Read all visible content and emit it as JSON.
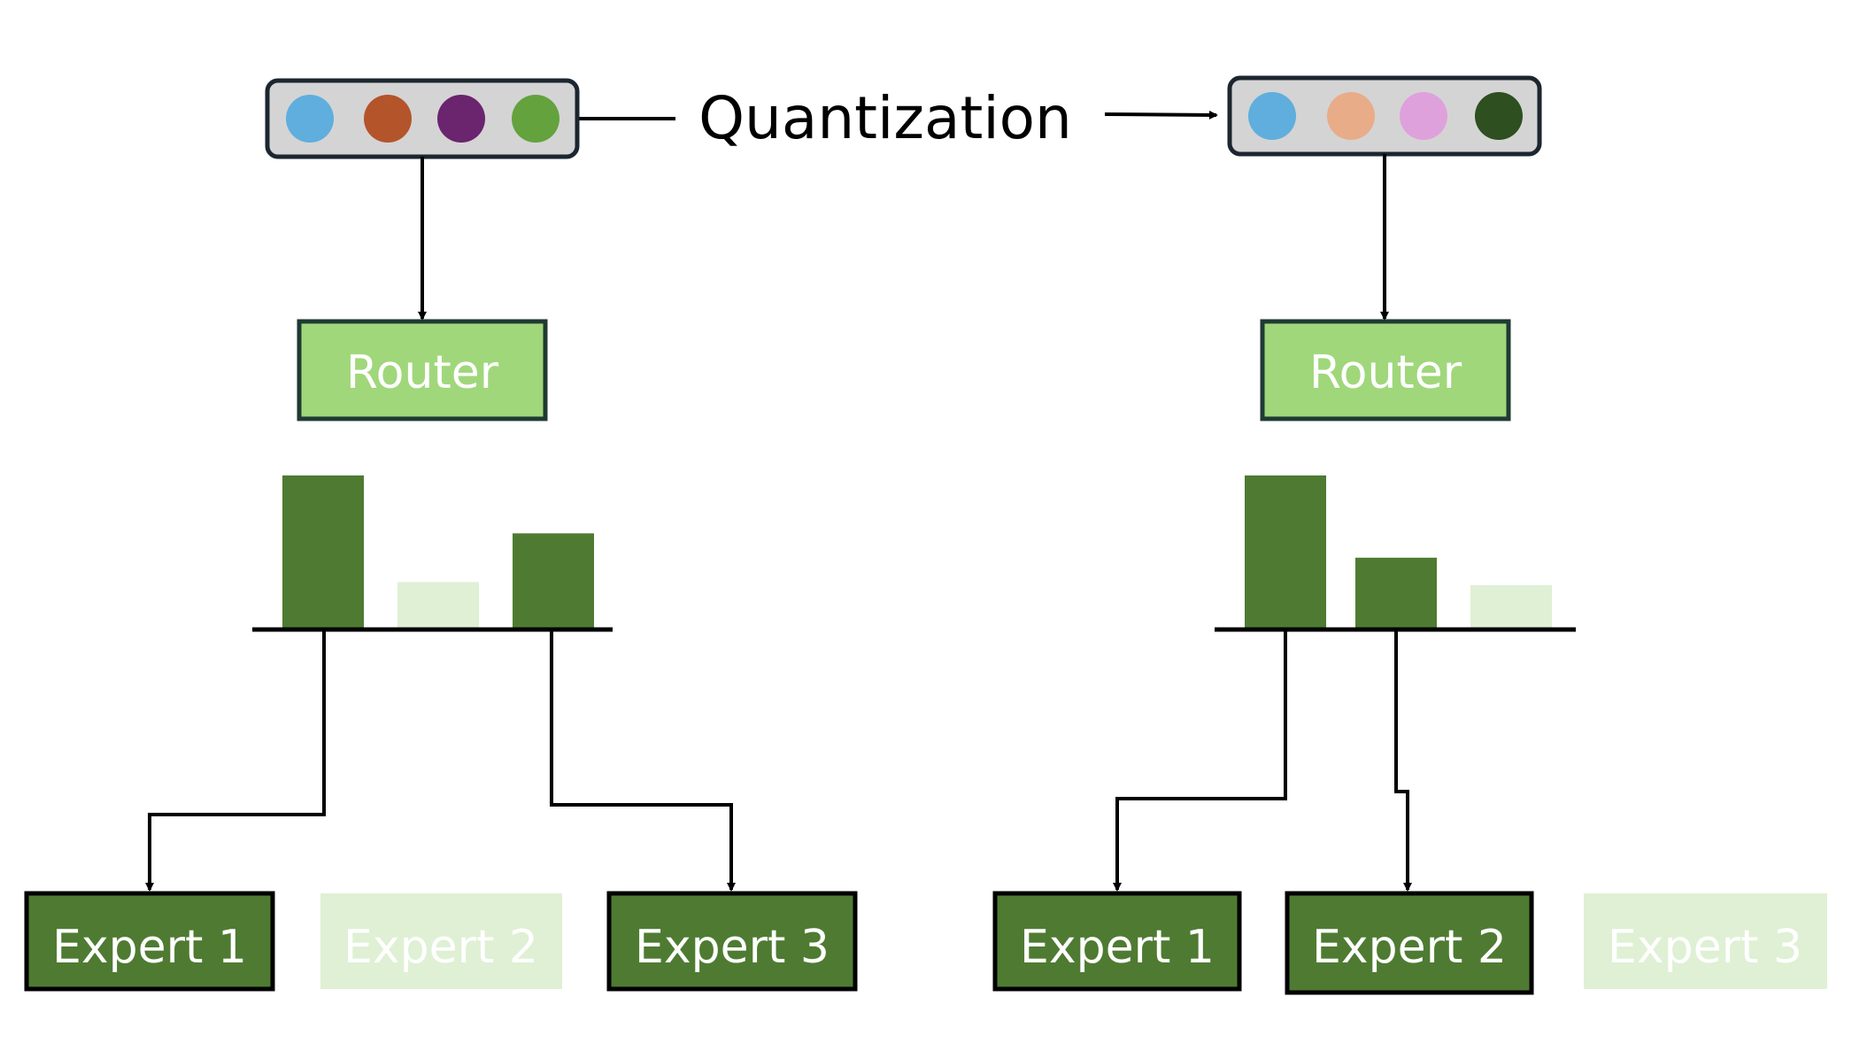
{
  "title": "Quantization",
  "colors": {
    "router_fill": "#a0d77b",
    "router_stroke": "#1f3a33",
    "active_green": "#4e7b31",
    "inactive_green": "#dff0d4",
    "line": "#000000",
    "token_box_fill": "#d4d4d4",
    "token_box_stroke": "#1c2630"
  },
  "before": {
    "token_colors": [
      "#5faede",
      "#b4542a",
      "#6b246e",
      "#64a23e"
    ],
    "router_label": "Router",
    "scores": [
      1.0,
      0.3,
      0.62
    ],
    "active": [
      true,
      false,
      true
    ],
    "experts": [
      {
        "label": "Expert 1",
        "active": true
      },
      {
        "label": "Expert 2",
        "active": false
      },
      {
        "label": "Expert 3",
        "active": true
      }
    ]
  },
  "after": {
    "token_colors": [
      "#5faede",
      "#e8ac88",
      "#dfa1dc",
      "#2e4f1f"
    ],
    "router_label": "Router",
    "scores": [
      1.0,
      0.46,
      0.28
    ],
    "active": [
      true,
      true,
      false
    ],
    "experts": [
      {
        "label": "Expert 1",
        "active": true
      },
      {
        "label": "Expert 2",
        "active": true
      },
      {
        "label": "Expert 3",
        "active": false
      }
    ]
  }
}
